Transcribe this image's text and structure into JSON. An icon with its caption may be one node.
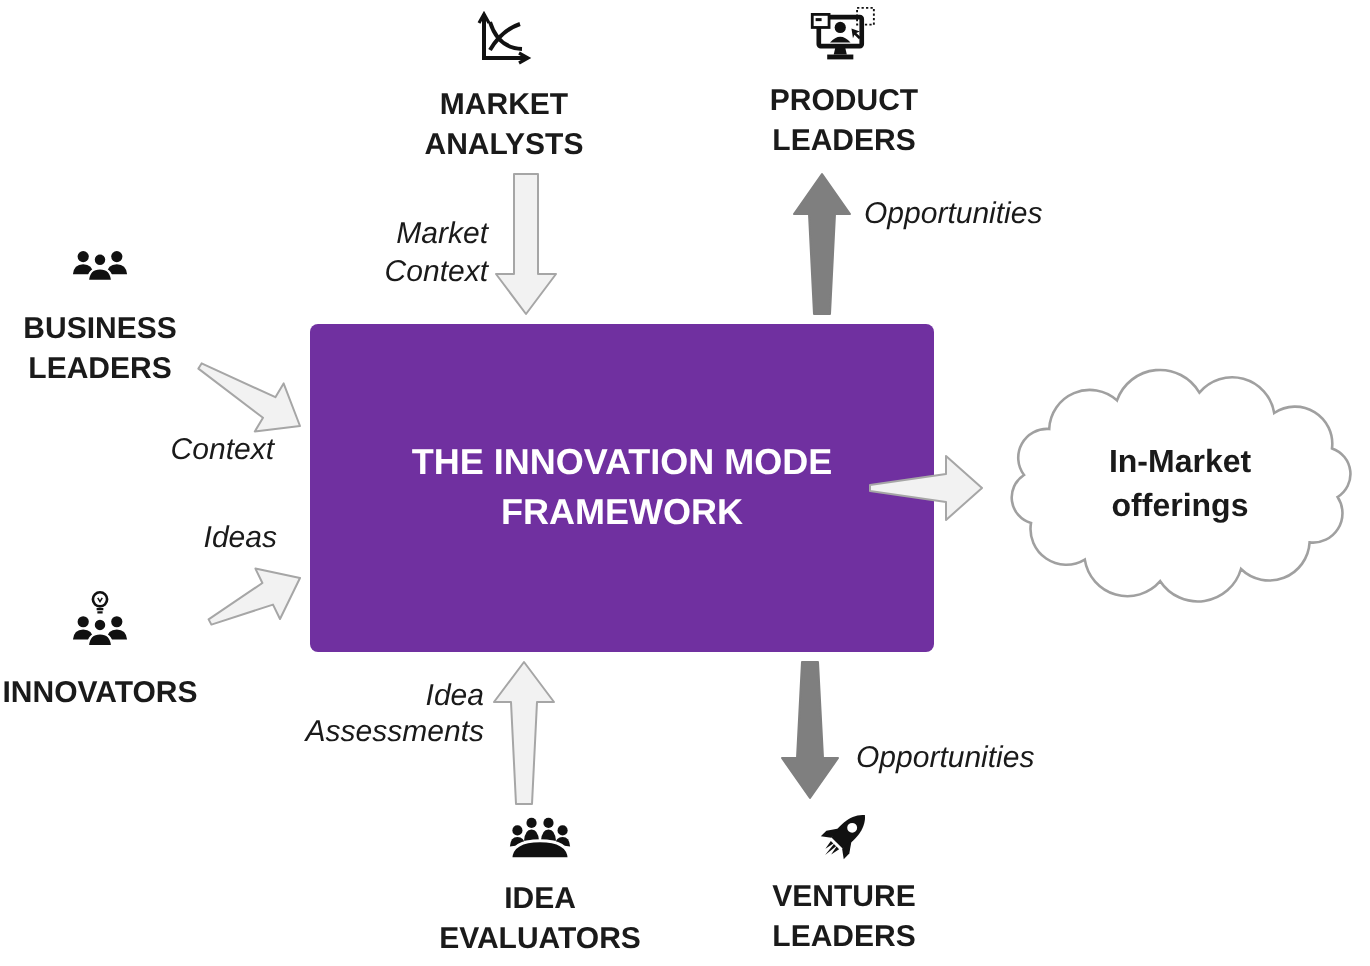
{
  "diagram": {
    "nodes": [
      {
        "text": [
          "MARKET ANALYSTS"
        ]
      },
      {
        "text": [
          "PRODUCT LEADERS"
        ]
      },
      {
        "text": [
          "BUSINESS LEADERS"
        ]
      },
      {
        "text": [
          "THE INNOVATION MODE FRAMEWORK"
        ]
      },
      {
        "text": [
          "In-Market offerings"
        ]
      },
      {
        "text": [
          "INNOVATORS"
        ]
      },
      {
        "text": [
          "IDEA EVALUATORS"
        ]
      },
      {
        "text": [
          "VENTURE LEADERS"
        ]
      }
    ],
    "edges": [
      {
        "from": 0,
        "to": 3,
        "arrow": "to",
        "label": "Market Context"
      },
      {
        "from": 3,
        "to": 1,
        "arrow": "to",
        "label": "Opportunities",
        "color": "#7f7f7f"
      },
      {
        "from": 2,
        "to": 3,
        "arrow": "to",
        "label": "Context"
      },
      {
        "from": 5,
        "to": 3,
        "arrow": "to",
        "label": "Ideas"
      },
      {
        "from": 3,
        "to": 4,
        "arrow": "to"
      },
      {
        "from": 6,
        "to": 3,
        "arrow": "to",
        "label": "Idea Assessments"
      },
      {
        "from": 3,
        "to": 7,
        "arrow": "to",
        "label": "Opportunities",
        "color": "#7f7f7f"
      }
    ]
  }
}
